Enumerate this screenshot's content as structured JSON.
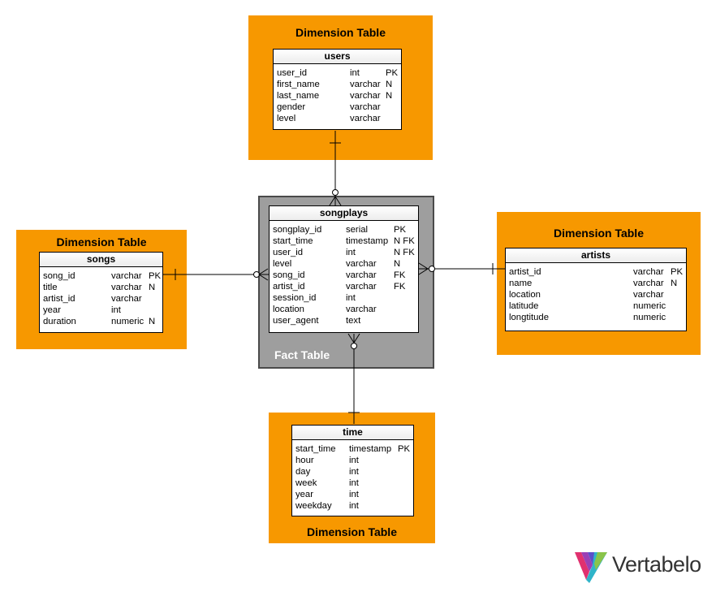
{
  "zones": {
    "users_zone": "Dimension Table",
    "songs_zone": "Dimension Table",
    "artists_zone": "Dimension Table",
    "time_zone": "Dimension Table",
    "fact_zone": "Fact Table"
  },
  "colors": {
    "dimension": "#f79800",
    "fact": "#9e9e9e",
    "fact_border": "#4a4a4a"
  },
  "tables": {
    "users": {
      "name": "users",
      "columns": [
        {
          "name": "user_id",
          "type": "int",
          "flags": "PK"
        },
        {
          "name": "first_name",
          "type": "varchar",
          "flags": "N"
        },
        {
          "name": "last_name",
          "type": "varchar",
          "flags": "N"
        },
        {
          "name": "gender",
          "type": "varchar",
          "flags": ""
        },
        {
          "name": "level",
          "type": "varchar",
          "flags": ""
        }
      ]
    },
    "songplays": {
      "name": "songplays",
      "columns": [
        {
          "name": "songplay_id",
          "type": "serial",
          "flags": "PK"
        },
        {
          "name": "start_time",
          "type": "timestamp",
          "flags": "N FK"
        },
        {
          "name": "user_id",
          "type": "int",
          "flags": "N FK"
        },
        {
          "name": "level",
          "type": "varchar",
          "flags": "N"
        },
        {
          "name": "song_id",
          "type": "varchar",
          "flags": "FK"
        },
        {
          "name": "artist_id",
          "type": "varchar",
          "flags": "FK"
        },
        {
          "name": "session_id",
          "type": "int",
          "flags": ""
        },
        {
          "name": "location",
          "type": "varchar",
          "flags": ""
        },
        {
          "name": "user_agent",
          "type": "text",
          "flags": ""
        }
      ]
    },
    "songs": {
      "name": "songs",
      "columns": [
        {
          "name": "song_id",
          "type": "varchar",
          "flags": "PK"
        },
        {
          "name": "title",
          "type": "varchar",
          "flags": "N"
        },
        {
          "name": "artist_id",
          "type": "varchar",
          "flags": ""
        },
        {
          "name": "year",
          "type": "int",
          "flags": ""
        },
        {
          "name": "duration",
          "type": "numeric",
          "flags": "N"
        }
      ]
    },
    "artists": {
      "name": "artists",
      "columns": [
        {
          "name": "artist_id",
          "type": "varchar",
          "flags": "PK"
        },
        {
          "name": "name",
          "type": "varchar",
          "flags": "N"
        },
        {
          "name": "location",
          "type": "varchar",
          "flags": ""
        },
        {
          "name": "latitude",
          "type": "numeric",
          "flags": ""
        },
        {
          "name": "longtitude",
          "type": "numeric",
          "flags": ""
        }
      ]
    },
    "time": {
      "name": "time",
      "columns": [
        {
          "name": "start_time",
          "type": "timestamp",
          "flags": "PK"
        },
        {
          "name": "hour",
          "type": "int",
          "flags": ""
        },
        {
          "name": "day",
          "type": "int",
          "flags": ""
        },
        {
          "name": "week",
          "type": "int",
          "flags": ""
        },
        {
          "name": "year",
          "type": "int",
          "flags": ""
        },
        {
          "name": "weekday",
          "type": "int",
          "flags": ""
        }
      ]
    }
  },
  "relationships": [
    {
      "from": "users",
      "to": "songplays"
    },
    {
      "from": "songs",
      "to": "songplays"
    },
    {
      "from": "artists",
      "to": "songplays"
    },
    {
      "from": "time",
      "to": "songplays"
    }
  ],
  "logo": {
    "text": "Vertabelo",
    "icon": "vertabelo-logo-icon"
  }
}
